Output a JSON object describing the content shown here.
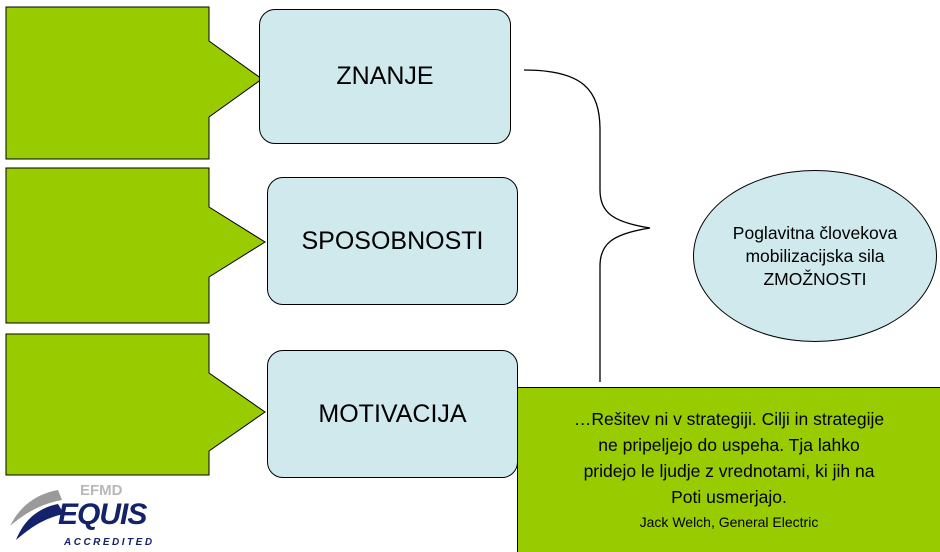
{
  "boxes": [
    {
      "label": "ZNANJE"
    },
    {
      "label": "SPOSOBNOSTI"
    },
    {
      "label": "MOTIVACIJA"
    }
  ],
  "center": {
    "lines": [
      "Poglavitna človekova",
      "mobilizacijska sila",
      "ZMOŽNOSTI"
    ]
  },
  "quote": {
    "lines": [
      "…Rešitev ni v strategiji. Cilji in strategije",
      "ne pripeljejo do uspeha. Tja lahko",
      "pridejo le ljudje z vrednotami, ki jih na",
      "Poti usmerjajo."
    ],
    "attribution": "Jack Welch, General Electric"
  },
  "logo": {
    "top_text": "EFMD",
    "main_text": "EQUIS",
    "sub_text": "ACCREDITED"
  },
  "colors": {
    "arrow_fill": "#99cc00",
    "box_fill": "#cfe9ed",
    "quote_fill": "#99cc00",
    "logo_blue": "#13226b"
  }
}
